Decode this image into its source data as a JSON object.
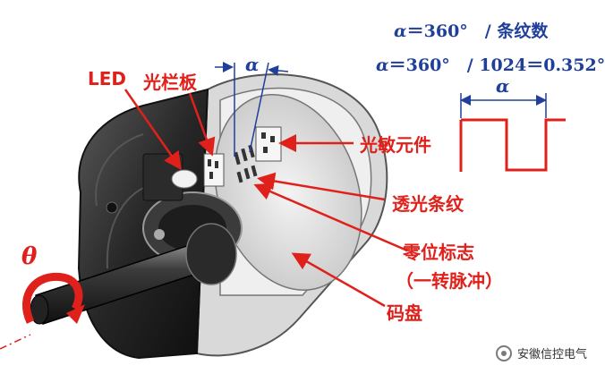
{
  "formula": {
    "line1": {
      "alpha": "α",
      "rest": "＝360°　/ 条纹数"
    },
    "line2": {
      "alpha": "α",
      "rest": "＝360°　/ 1024＝0.352°"
    }
  },
  "labels": {
    "led": "LED",
    "grating_plate": "光栏板",
    "alpha_top": "α",
    "photo_element": "光敏元件",
    "transparent_stripe": "透光条纹",
    "zero_mark": "零位标志",
    "one_pulse": "（一转脉冲）",
    "code_disk": "码盘",
    "theta": "θ",
    "pulse_alpha": "α"
  },
  "watermark": {
    "icon": "wechat-icon",
    "text": "安徽信控电气"
  },
  "colors": {
    "red": "#e0201b",
    "blue": "#1f3f9b",
    "body_dark": "#2a2a2a",
    "body_light": "#d8d8d8"
  }
}
